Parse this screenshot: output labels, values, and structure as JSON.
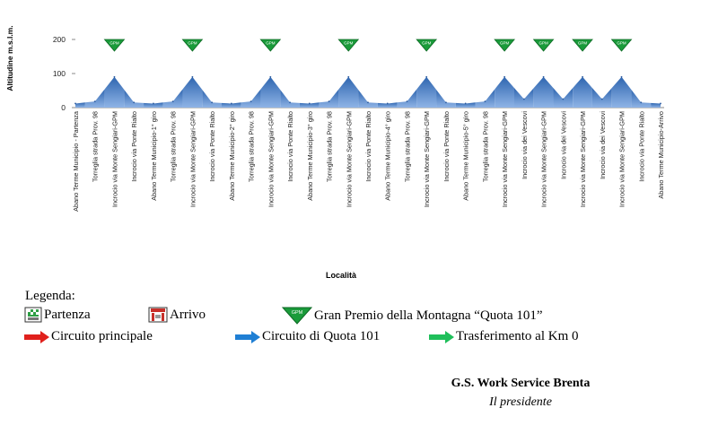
{
  "chart_data": {
    "type": "area",
    "ylabel": "Altitudine m.s.l.m.",
    "xlabel": "Località",
    "ylim": [
      0,
      200
    ],
    "yticks": [
      0,
      100,
      200
    ],
    "x_labels": [
      "Abano Terme Municipio - Partenza",
      "Torreglia strada Prov. 98",
      "Incrocio via Monte Sengiari-GPM",
      "Incrocio via Ponte Rialto",
      "Abano Terme Municipio-1° giro",
      "Torreglia strada Prov. 98",
      "Incrocio via Monte Sengiari-GPM",
      "Incrocio via Ponte Rialto",
      "Abano Terme Municipio-2° giro",
      "Torreglia strada Prov. 98",
      "Incrocio via Monte Sengiari-GPM",
      "Incrocio via Ponte Rialto",
      "Abano Terme Municipio-3° giro",
      "Torreglia strada Prov. 98",
      "Incrocio via Monte Sengiari-GPM",
      "Incrocio via Ponte Rialto",
      "Abano Terme Municipio-4° giro",
      "Torreglia strada Prov. 98",
      "Incrocio via Monte Sengiari-GPM",
      "Incrocio via Ponte Rialto",
      "Abano Terme Municipio-5° giro",
      "Torreglia strada Prov. 98",
      "Incrocio via Monte Sengiari-GPM",
      "Incrocio via dei Vescovi",
      "Incrocio via Monte Sengiari-GPM",
      "Incrocio via dei Vescovi",
      "Incrocio via Monte Sengiari-GPM",
      "Incrocio via dei Vescovi",
      "Incrocio via Monte Sengiari-GPM",
      "Incrocio via Ponte Rialto",
      "Abano Terme Municipio-Arrivo"
    ],
    "values": [
      12,
      18,
      90,
      15,
      12,
      18,
      90,
      15,
      12,
      18,
      90,
      15,
      12,
      18,
      90,
      15,
      12,
      18,
      90,
      15,
      12,
      18,
      90,
      25,
      90,
      25,
      90,
      25,
      90,
      15,
      12
    ],
    "gpm_marker_label": "GPM",
    "gpm_indices": [
      2,
      6,
      10,
      14,
      18,
      22,
      24,
      26,
      28
    ],
    "fill_color": "#4a7fc1",
    "marker_color": "#1a9b3a",
    "grid": false
  },
  "legend": {
    "title": "Legenda:",
    "partenza": "Partenza",
    "arrivo": "Arrivo",
    "gpm": "Gran Premio della Montagna “Quota 101”",
    "circuito_principale": "Circuito principale",
    "circuito_quota": "Circuito di Quota 101",
    "trasferimento": "Trasferimento al Km 0",
    "red": "#e0201c",
    "blue": "#1f7fd4",
    "green": "#1fbf5a"
  },
  "signature": {
    "org": "G.S. Work Service Brenta",
    "role": "Il presidente"
  }
}
